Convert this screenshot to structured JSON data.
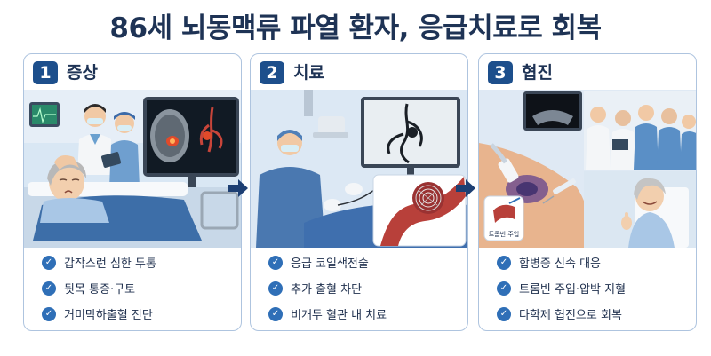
{
  "title": "86세 뇌동맥류 파열 환자, 응급치료로 회복",
  "panels": [
    {
      "number": "1",
      "heading": "증상",
      "items": [
        "갑작스런 심한 두통",
        "뒷목 통증·구토",
        "거미막하출혈 진단"
      ]
    },
    {
      "number": "2",
      "heading": "치료",
      "items": [
        "응급 코일색전술",
        "추가 출혈 차단",
        "비개두 혈관 내 치료"
      ]
    },
    {
      "number": "3",
      "heading": "협진",
      "items": [
        "합병증 신속 대응",
        "트롬빈 주입·압박 지혈",
        "다학제 협진으로 회복"
      ],
      "inset_label": "트롬빈 주입"
    }
  ],
  "icons": {
    "check": "check-circle-icon",
    "arrow": "arrow-right-icon"
  },
  "colors": {
    "primary": "#1d4f8c",
    "title": "#1e3355",
    "panel_border": "#aec4df",
    "check": "#2f6fb7"
  }
}
